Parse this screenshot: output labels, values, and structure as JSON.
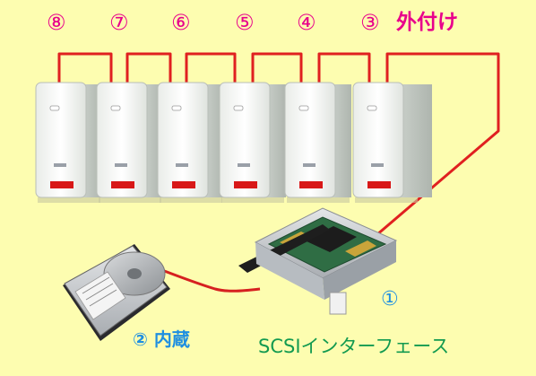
{
  "labels": {
    "d8": "⑧",
    "d7": "⑦",
    "d6": "⑥",
    "d5": "⑤",
    "d4": "④",
    "d3": "③",
    "external": "外付け",
    "card_number": "①",
    "internal": "② 内蔵",
    "scsi_interface": "SCSIインターフェース"
  },
  "colors": {
    "background": "#fdfdb0",
    "cable": "#e02020",
    "number_pink": "#e8008c",
    "number_blue": "#1f8fe0",
    "label_green": "#129a50"
  },
  "drives": [
    {
      "id": "drive-8",
      "number": "⑧"
    },
    {
      "id": "drive-7",
      "number": "⑦"
    },
    {
      "id": "drive-6",
      "number": "⑥"
    },
    {
      "id": "drive-5",
      "number": "⑤"
    },
    {
      "id": "drive-4",
      "number": "④"
    },
    {
      "id": "drive-3",
      "number": "③"
    }
  ]
}
